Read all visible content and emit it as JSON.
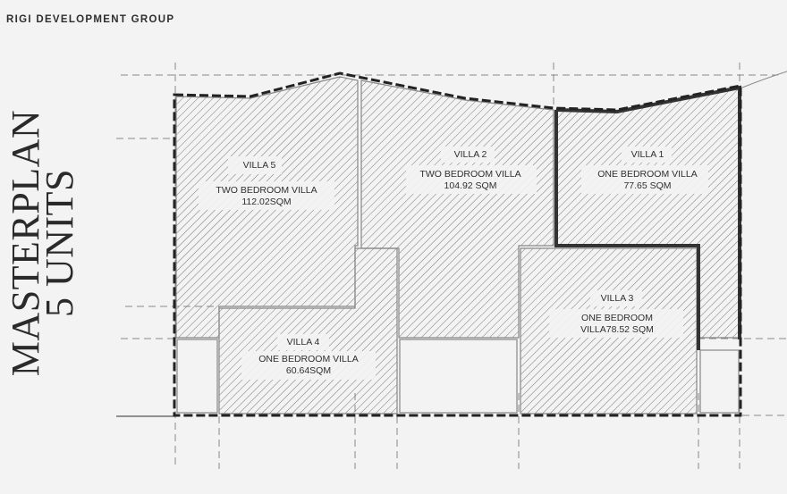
{
  "header": {
    "brand": "RIGI DEVELOPMENT GROUP"
  },
  "title": {
    "line1": "MASTERPLAN",
    "line2": "5 UNITS"
  },
  "villas": [
    {
      "name": "VILLA 1",
      "type": "ONE BEDROOM VILLA",
      "area": "77.65 SQM"
    },
    {
      "name": "VILLA 2",
      "type": "TWO BEDROOM VILLA",
      "area": "104.92 SQM"
    },
    {
      "name": "VILLA 3",
      "type": "ONE BEDROOM",
      "area": "VILLA78.52 SQM"
    },
    {
      "name": "VILLA 4",
      "type": "ONE BEDROOM VILLA",
      "area": "60.64SQM"
    },
    {
      "name": "VILLA 5",
      "type": "TWO BEDROOM VILLA",
      "area": "112.02SQM"
    }
  ],
  "colors": {
    "background": "#f3f3f3",
    "line": "#2a2a2a",
    "hatch": "#6a6a6a",
    "grid": "#8a8a8a"
  }
}
